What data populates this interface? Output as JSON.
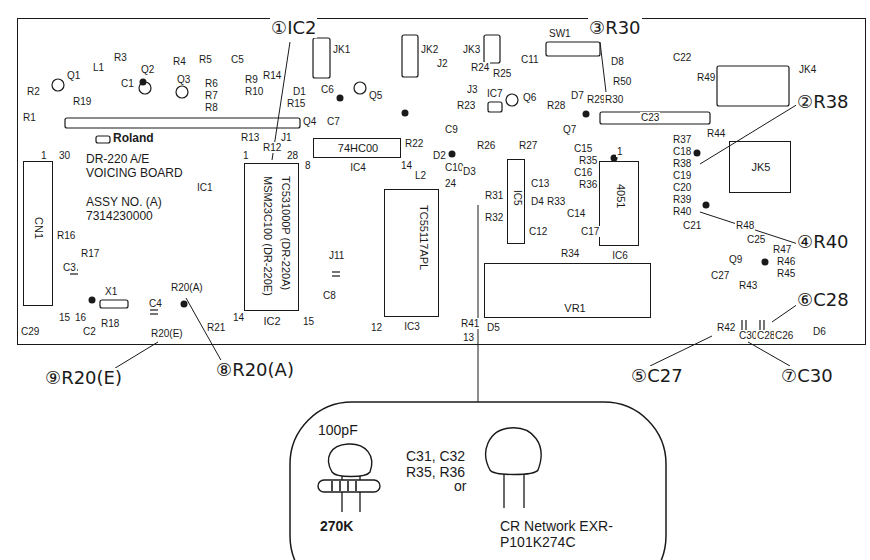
{
  "diagram": {
    "nodes": [
      {
        "text": [
          "Roland",
          "DR-220 A/E VOICING BOARD",
          "ASSY NO. (A) 7314230000"
        ]
      },
      {
        "text": [
          "CN1"
        ],
        "in": 0
      },
      {
        "text": [
          "TC531000P (DR-220A)",
          "MSM23C100 (DR-220E)",
          "IC2"
        ],
        "in": 0
      },
      {
        "text": [
          "74HC00",
          "IC4"
        ],
        "in": 0
      },
      {
        "text": [
          "TC55117APL",
          "IC3"
        ],
        "in": 0
      },
      {
        "text": [
          "IC5"
        ],
        "in": 0
      },
      {
        "text": [
          "4051",
          "IC6"
        ],
        "in": 0
      },
      {
        "text": [
          "JK5"
        ],
        "in": 0
      },
      {
        "text": [
          "VR1"
        ],
        "in": 0
      },
      {
        "text": [
          "100pF",
          "C31, C32 R35, R36",
          "270K",
          "or",
          "CR Network EXR-P101K274C"
        ]
      }
    ],
    "labels": [
      "①IC2",
      "③R30",
      "②R38",
      "④R40",
      "⑥C28",
      "⑤C27",
      "⑦C30",
      "⑧R20(A)",
      "⑨R20(E)",
      "R3",
      "R2",
      "Q1",
      "L1",
      "R19",
      "C1",
      "Q2",
      "R4",
      "Q3",
      "R5",
      "R6",
      "R7",
      "R8",
      "C5",
      "R9",
      "R10",
      "R14",
      "D1",
      "R15",
      "C6",
      "JK1",
      "Q5",
      "JK2",
      "J2",
      "JK3",
      "R25",
      "R24",
      "J3",
      "C11",
      "SW1",
      "D8",
      "C22",
      "R49",
      "R50",
      "JK4",
      "D7",
      "R28",
      "R29",
      "R30",
      "C23",
      "R1",
      "Q4",
      "C7",
      "R13",
      "R12",
      "J1",
      "R22",
      "C9",
      "R23",
      "IC7",
      "Q6",
      "R26",
      "R27",
      "Q7",
      "D2",
      "C10",
      "L2",
      "R37",
      "R44",
      "C18",
      "R38",
      "C19",
      "C20",
      "R39",
      "R40",
      "C21",
      "R48",
      "C15",
      "R35",
      "C16",
      "R36",
      "D3",
      "C13",
      "R31",
      "R32",
      "D4",
      "R33",
      "C14",
      "C17",
      "C12",
      "R34",
      "Q9",
      "R47",
      "R46",
      "R45",
      "C25",
      "C27",
      "R43",
      "R42",
      "C30",
      "C28",
      "C26",
      "D6",
      "R41",
      "D5",
      "J11",
      "C8",
      "R16",
      "C3",
      "R17",
      "X1",
      "C4",
      "R18",
      "C2",
      "C29",
      "R21",
      "R20(A)",
      "R20(E)",
      "IC1",
      "1",
      "30",
      "15",
      "16",
      "1",
      "28",
      "8",
      "14",
      "24",
      "12",
      "13",
      "15",
      "14",
      "1"
    ]
  }
}
